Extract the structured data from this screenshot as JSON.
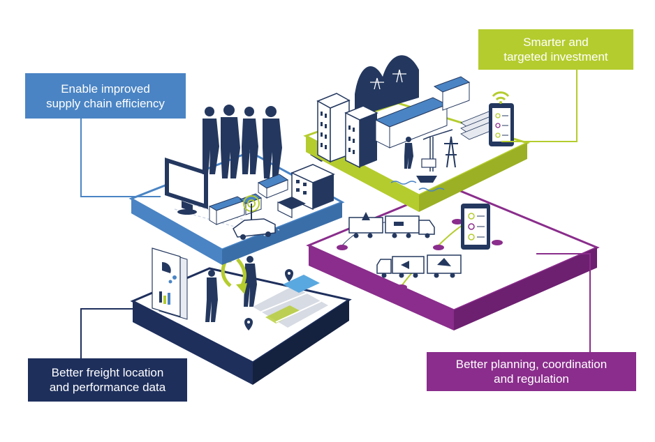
{
  "colors": {
    "blue": "#4a84c4",
    "green": "#b5cc2e",
    "navy": "#1e2f5c",
    "purple": "#8a2d8c",
    "dark_navy": "#24385f"
  },
  "labels": {
    "supply_chain": {
      "line1": "Enable improved",
      "line2": "supply chain efficiency"
    },
    "investment": {
      "line1": "Smarter and",
      "line2": "targeted investment"
    },
    "freight_data": {
      "line1": "Better freight location",
      "line2": "and performance data"
    },
    "planning": {
      "line1": "Better planning, coordination",
      "line2": "and regulation"
    }
  },
  "icons": {
    "blue_platform": [
      "computer-monitor-icon",
      "business-people-icon",
      "train-icon",
      "truck-icon",
      "car-icon",
      "warehouse-icon",
      "signal-icon"
    ],
    "green_platform": [
      "city-buildings-icon",
      "mountains-icon",
      "power-pylon-icon",
      "truck-icon",
      "worker-icon",
      "port-crane-icon",
      "ship-icon",
      "tablet-icon",
      "wifi-icon",
      "documents-icon"
    ],
    "navy_platform": [
      "analytics-report-icon",
      "people-icon",
      "refresh-arrows-icon",
      "map-icon",
      "location-pin-icon"
    ],
    "purple_platform": [
      "truck-icon",
      "tablet-checklist-icon",
      "route-node-icon"
    ]
  }
}
